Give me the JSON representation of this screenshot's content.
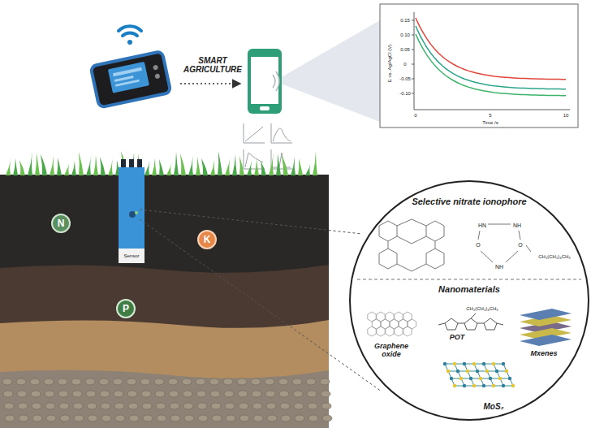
{
  "diagram": {
    "nodes": [
      {
        "text": [
          "N"
        ]
      },
      {
        "text": [
          "K"
        ]
      },
      {
        "text": [
          "P"
        ]
      },
      {
        "text": [
          "Selective nitrate ionophore",
          "Nanomaterials"
        ]
      }
    ],
    "labels": [
      "SMART AGRICULTURE",
      "0.15",
      "0.10",
      "0.05",
      "0",
      "-0.05",
      "-0.10",
      "0",
      "5",
      "10",
      "E vs. Ag/AgCl (V)",
      "Time /s",
      "Sensor",
      "HN",
      "NH",
      "O",
      "O",
      "NH",
      "CH₂(CH₂)₄CH₃",
      "Graphene oxide",
      "CH₂(CH₂)₄CH₃",
      "POT",
      "Mxenes",
      "MoS₂"
    ]
  }
}
